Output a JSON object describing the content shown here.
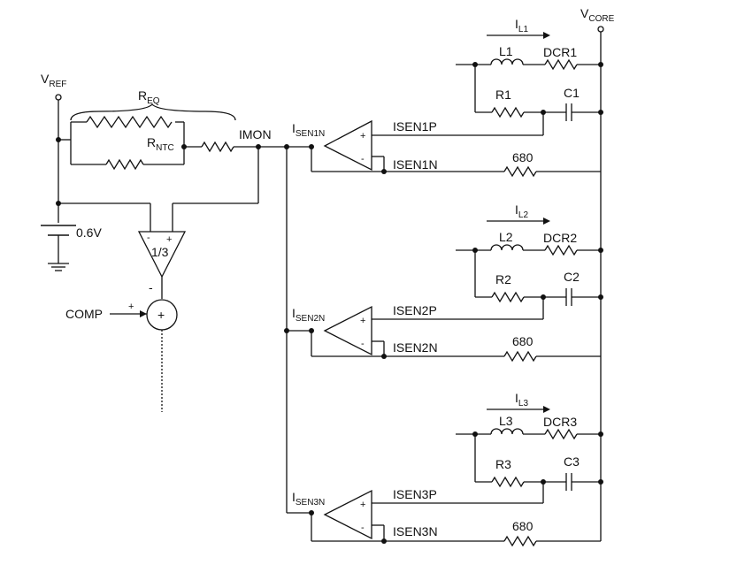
{
  "labels": {
    "vref": "V",
    "vref_sub": "REF",
    "vcore": "V",
    "vcore_sub": "CORE",
    "req": "R",
    "req_sub": "EQ",
    "rntc": "R",
    "rntc_sub": "NTC",
    "imon": "IMON",
    "v06": "0.6V",
    "comp": "COMP",
    "plus_in": "+",
    "sum_plus": "+",
    "minus_in": "-",
    "gain": "1/3",
    "buf_minus": "-",
    "buf_plus": "+"
  },
  "phases": [
    {
      "il": "I",
      "il_sub": "L1",
      "l": "L1",
      "dcr": "DCR1",
      "r": "R1",
      "c": "C1",
      "isen": "I",
      "isen_sub": "SEN1N",
      "p_net": "ISEN1P",
      "n_net": "ISEN1N",
      "res": "680",
      "amp_plus": "+",
      "amp_minus": "-"
    },
    {
      "il": "I",
      "il_sub": "L2",
      "l": "L2",
      "dcr": "DCR2",
      "r": "R2",
      "c": "C2",
      "isen": "I",
      "isen_sub": "SEN2N",
      "p_net": "ISEN2P",
      "n_net": "ISEN2N",
      "res": "680",
      "amp_plus": "+",
      "amp_minus": "-"
    },
    {
      "il": "I",
      "il_sub": "L3",
      "l": "L3",
      "dcr": "DCR3",
      "r": "R3",
      "c": "C3",
      "isen": "I",
      "isen_sub": "SEN3N",
      "p_net": "ISEN3P",
      "n_net": "ISEN3N",
      "res": "680",
      "amp_plus": "+",
      "amp_minus": "-"
    }
  ]
}
